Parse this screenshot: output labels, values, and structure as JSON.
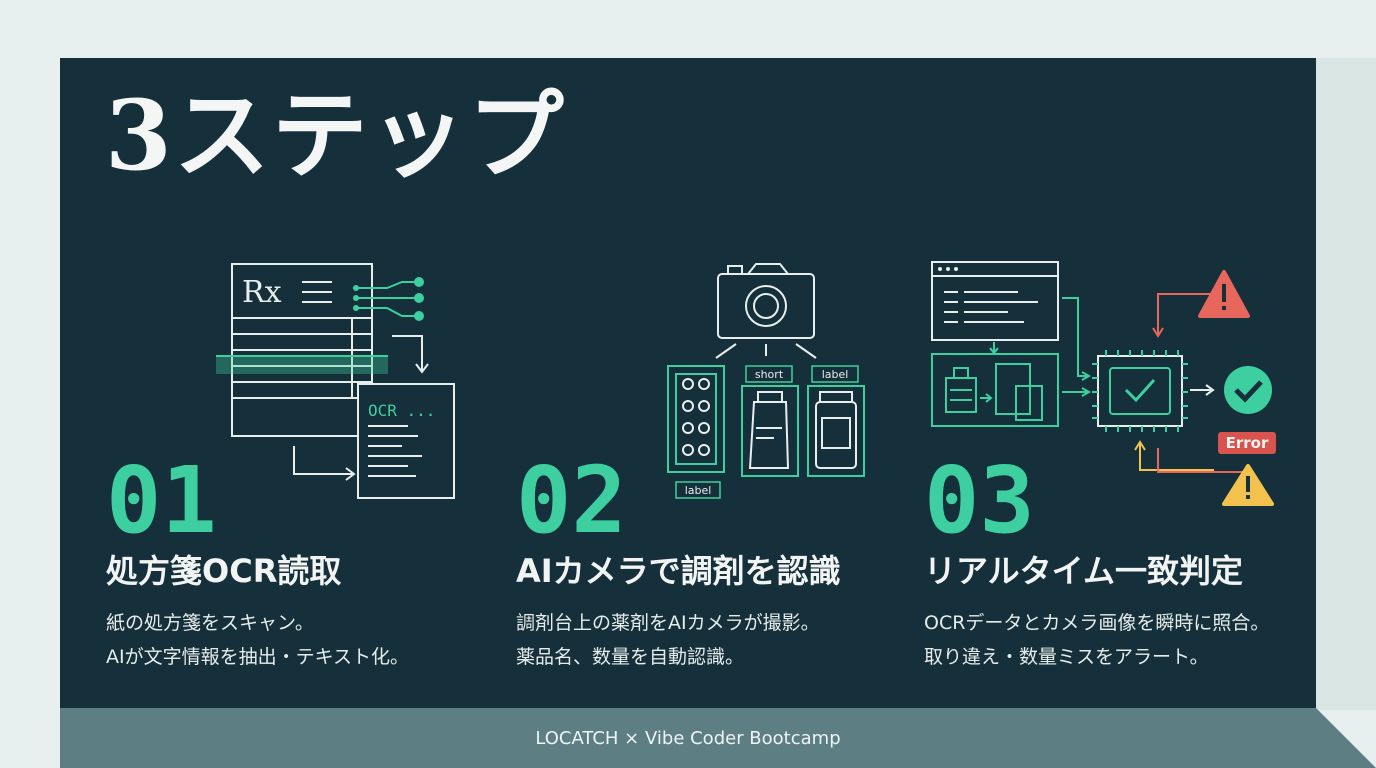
{
  "title": "3ステップ",
  "steps": [
    {
      "number": "01",
      "title": "処方箋OCR読取",
      "desc_lines": [
        "紙の処方箋をスキャン。",
        "AIが文字情報を抽出・テキスト化。"
      ],
      "icon": "prescription-ocr-scan-icon",
      "icon_labels": {
        "rx": "Rx",
        "ocr": "OCR ..."
      }
    },
    {
      "number": "02",
      "title": "AIカメラで調剤を認識",
      "desc_lines": [
        "調剤台上の薬剤をAIカメラが撮影。",
        "薬品名、数量を自動認識。"
      ],
      "icon": "camera-drug-recognition-icon",
      "icon_labels": {
        "short": "short",
        "label_top": "label",
        "label_bottom": "label"
      }
    },
    {
      "number": "03",
      "title": "リアルタイム一致判定",
      "desc_lines": [
        "OCRデータとカメラ画像を瞬時に照合。",
        "取り違え・数量ミスをアラート。"
      ],
      "icon": "realtime-match-check-icon",
      "icon_labels": {
        "error": "Error"
      }
    }
  ],
  "footer": "LOCATCH × Vibe Coder Bootcamp",
  "colors": {
    "background": "#15303a",
    "accent": "#3ecfa0",
    "line": "#e8eeec",
    "alert": "#e8675d",
    "warning": "#f2c14e",
    "footer": "#5d7e82"
  }
}
